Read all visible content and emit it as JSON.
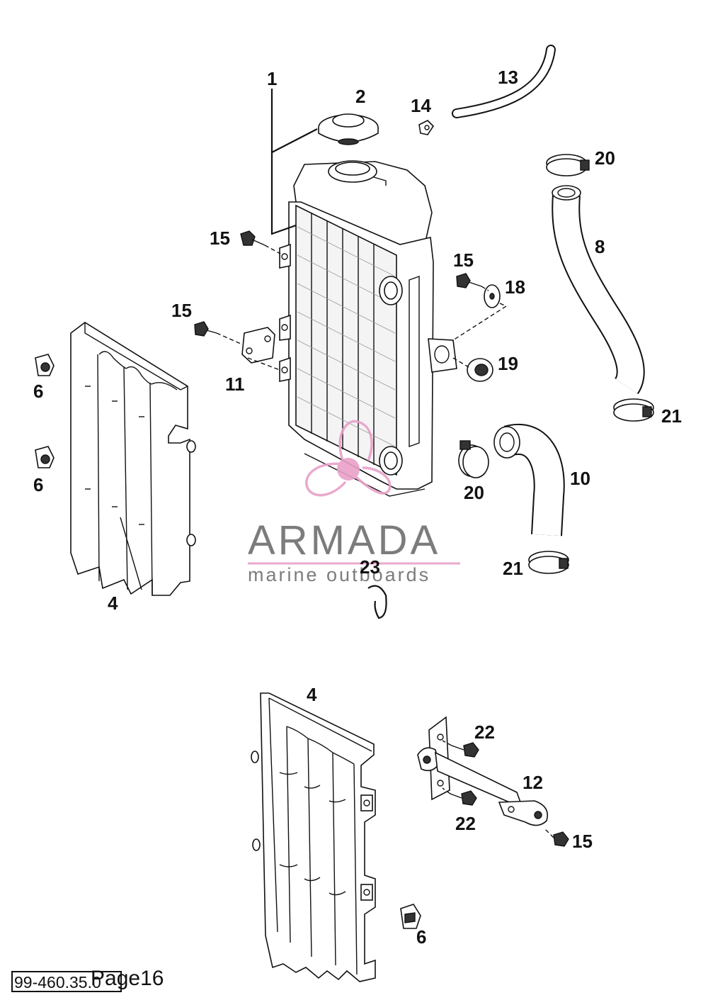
{
  "labels": [
    {
      "id": "1",
      "text": "1"
    },
    {
      "id": "2",
      "text": "2"
    },
    {
      "id": "13",
      "text": "13"
    },
    {
      "id": "14",
      "text": "14"
    },
    {
      "id": "20a",
      "text": "20"
    },
    {
      "id": "8",
      "text": "8"
    },
    {
      "id": "15a",
      "text": "15"
    },
    {
      "id": "15b",
      "text": "15"
    },
    {
      "id": "18",
      "text": "18"
    },
    {
      "id": "15c",
      "text": "15"
    },
    {
      "id": "11",
      "text": "11"
    },
    {
      "id": "19",
      "text": "19"
    },
    {
      "id": "6a",
      "text": "6"
    },
    {
      "id": "6b",
      "text": "6"
    },
    {
      "id": "21a",
      "text": "21"
    },
    {
      "id": "20b",
      "text": "20"
    },
    {
      "id": "10",
      "text": "10"
    },
    {
      "id": "21b",
      "text": "21"
    },
    {
      "id": "23",
      "text": "23"
    },
    {
      "id": "4a",
      "text": "4"
    },
    {
      "id": "4b",
      "text": "4"
    },
    {
      "id": "22a",
      "text": "22"
    },
    {
      "id": "12",
      "text": "12"
    },
    {
      "id": "22b",
      "text": "22"
    },
    {
      "id": "15d",
      "text": "15"
    },
    {
      "id": "6c",
      "text": "6"
    }
  ],
  "watermark": {
    "title": "ARMADA",
    "subtitle": "marine outboards",
    "logo_color": "#e8a0c8",
    "text_color": "#6e6e6e"
  },
  "footer": {
    "code": "99-460.35.0",
    "page": "Page16"
  }
}
